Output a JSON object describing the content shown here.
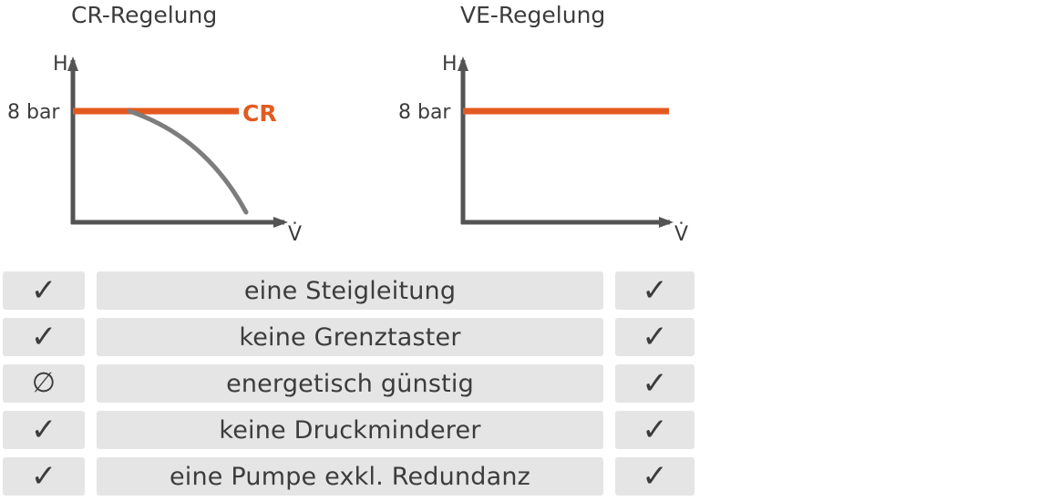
{
  "colors": {
    "accent": "#e35a20",
    "axis": "#545454",
    "curve": "#7d7d7d",
    "text": "#3c3c3c",
    "cell_bg": "#e5e5e5"
  },
  "diagram_cr": {
    "title": "CR-Regelung",
    "y_axis_label": "H",
    "x_axis_label": "V̇",
    "pressure_label": "8 bar",
    "line_label": "CR"
  },
  "diagram_ve": {
    "title": "VE-Regelung",
    "y_axis_label": "H",
    "x_axis_label": "V̇",
    "pressure_label": "8 bar"
  },
  "comparison": {
    "rows": [
      {
        "left": "✓",
        "label": "eine Steigleitung",
        "right": "✓"
      },
      {
        "left": "✓",
        "label": "keine Grenztaster",
        "right": "✓"
      },
      {
        "left": "∅",
        "label": "energetisch günstig",
        "right": "✓"
      },
      {
        "left": "✓",
        "label": "keine Druckminderer",
        "right": "✓"
      },
      {
        "left": "✓",
        "label": "eine Pumpe exkl. Redundanz",
        "right": "✓"
      }
    ]
  }
}
